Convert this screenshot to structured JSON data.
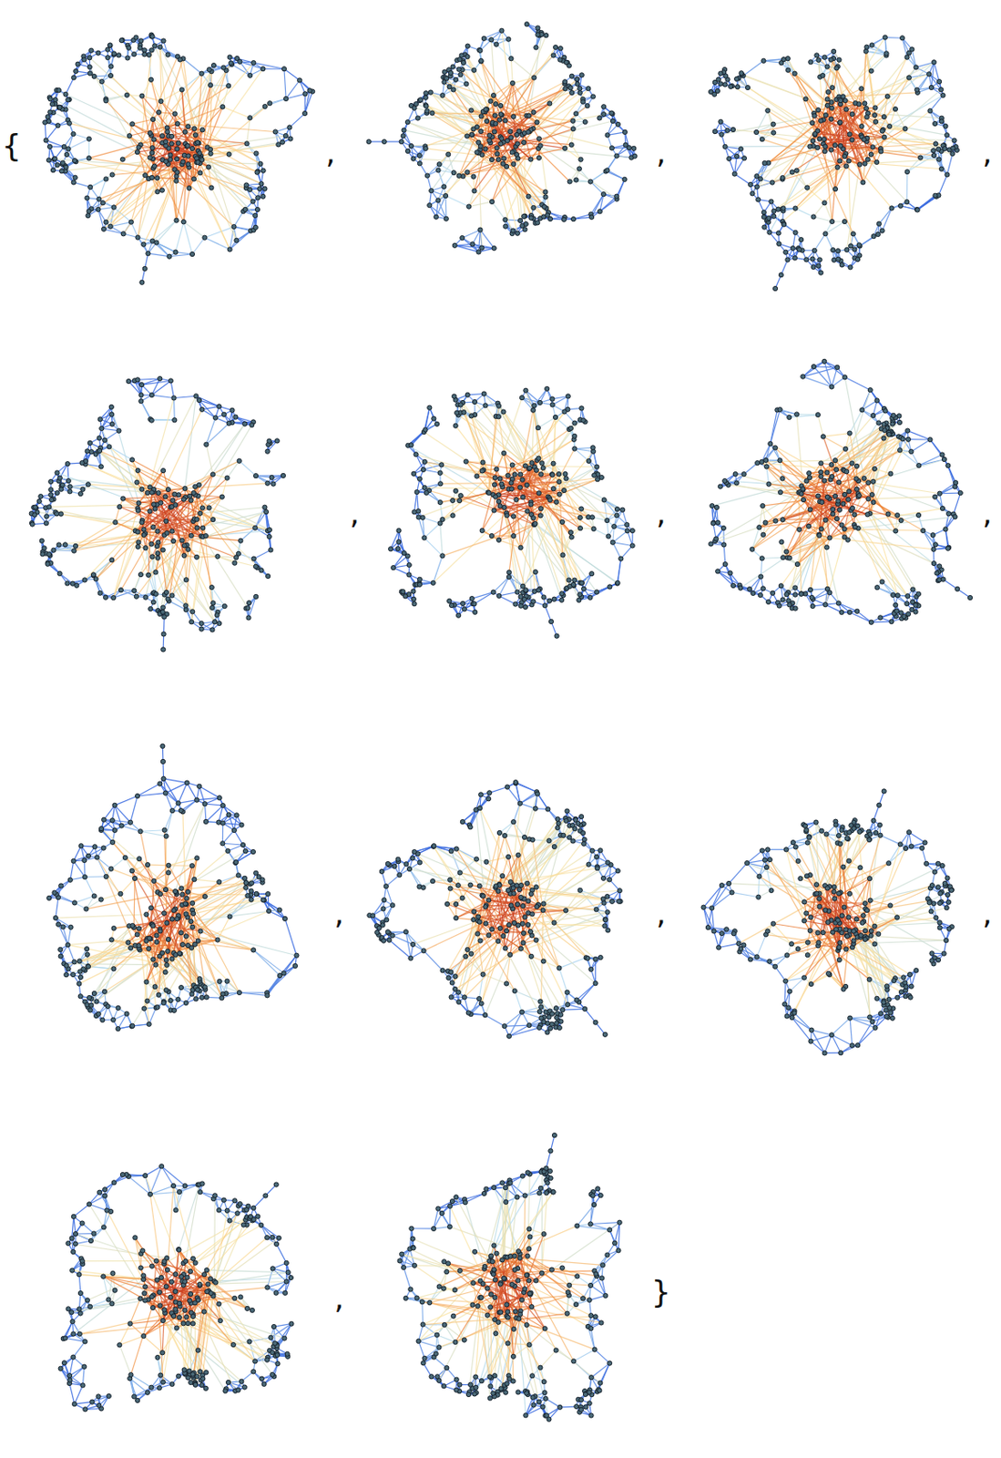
{
  "diagram": {
    "labels": [
      "{",
      ",",
      ",",
      ",",
      ",",
      ",",
      ",",
      ",",
      ",",
      ",",
      ",",
      "}"
    ]
  }
}
